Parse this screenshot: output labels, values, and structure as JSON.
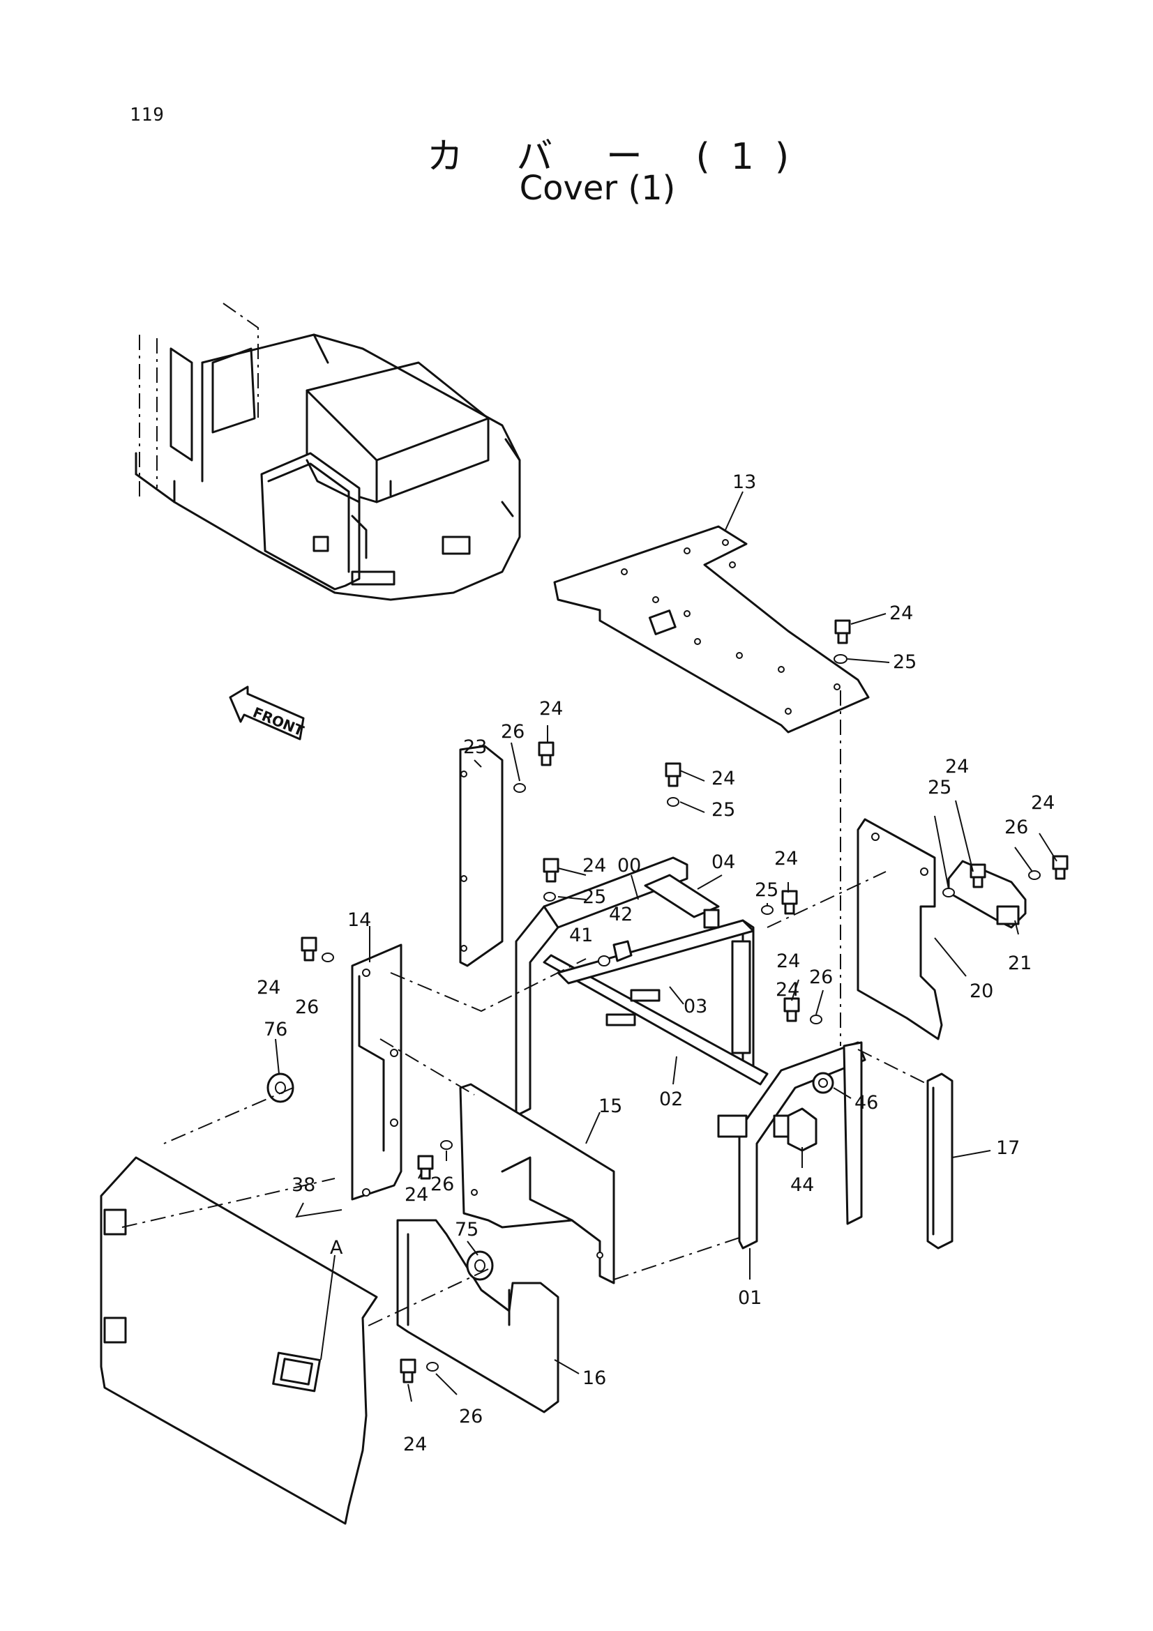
{
  "page": {
    "number": "119"
  },
  "title": {
    "japanese": "カ バ ー (1)",
    "english": "Cover (1)"
  },
  "front_marker": {
    "label": "FRONT"
  },
  "detail_marker": {
    "label": "A"
  },
  "callouts": [
    {
      "id": "c13",
      "label": "13"
    },
    {
      "id": "c24a",
      "label": "24"
    },
    {
      "id": "c25a",
      "label": "25"
    },
    {
      "id": "c24b",
      "label": "24"
    },
    {
      "id": "c26a",
      "label": "26"
    },
    {
      "id": "c23",
      "label": "23"
    },
    {
      "id": "c24c",
      "label": "24"
    },
    {
      "id": "c25b",
      "label": "25"
    },
    {
      "id": "c00",
      "label": "00"
    },
    {
      "id": "c24d",
      "label": "24"
    },
    {
      "id": "c25c",
      "label": "25"
    },
    {
      "id": "c04",
      "label": "04"
    },
    {
      "id": "c24e",
      "label": "24"
    },
    {
      "id": "c25d",
      "label": "25"
    },
    {
      "id": "c42",
      "label": "42"
    },
    {
      "id": "c41",
      "label": "41"
    },
    {
      "id": "c14",
      "label": "14"
    },
    {
      "id": "c24f",
      "label": "24"
    },
    {
      "id": "c26b",
      "label": "26"
    },
    {
      "id": "c03",
      "label": "03"
    },
    {
      "id": "c24g",
      "label": "24"
    },
    {
      "id": "c25e",
      "label": "25"
    },
    {
      "id": "c24h",
      "label": "24"
    },
    {
      "id": "c26c",
      "label": "26"
    },
    {
      "id": "c24i",
      "label": "24"
    },
    {
      "id": "c21",
      "label": "21"
    },
    {
      "id": "c20",
      "label": "20"
    },
    {
      "id": "c24j",
      "label": "24"
    },
    {
      "id": "c26d",
      "label": "26"
    },
    {
      "id": "c76",
      "label": "76"
    },
    {
      "id": "c02",
      "label": "02"
    },
    {
      "id": "c46",
      "label": "46"
    },
    {
      "id": "c15",
      "label": "15"
    },
    {
      "id": "c17",
      "label": "17"
    },
    {
      "id": "c44",
      "label": "44"
    },
    {
      "id": "c24k",
      "label": "24"
    },
    {
      "id": "c26e",
      "label": "26"
    },
    {
      "id": "c38",
      "label": "38"
    },
    {
      "id": "c75",
      "label": "75"
    },
    {
      "id": "c01",
      "label": "01"
    },
    {
      "id": "c16",
      "label": "16"
    },
    {
      "id": "c26f",
      "label": "26"
    },
    {
      "id": "c24l",
      "label": "24"
    }
  ]
}
